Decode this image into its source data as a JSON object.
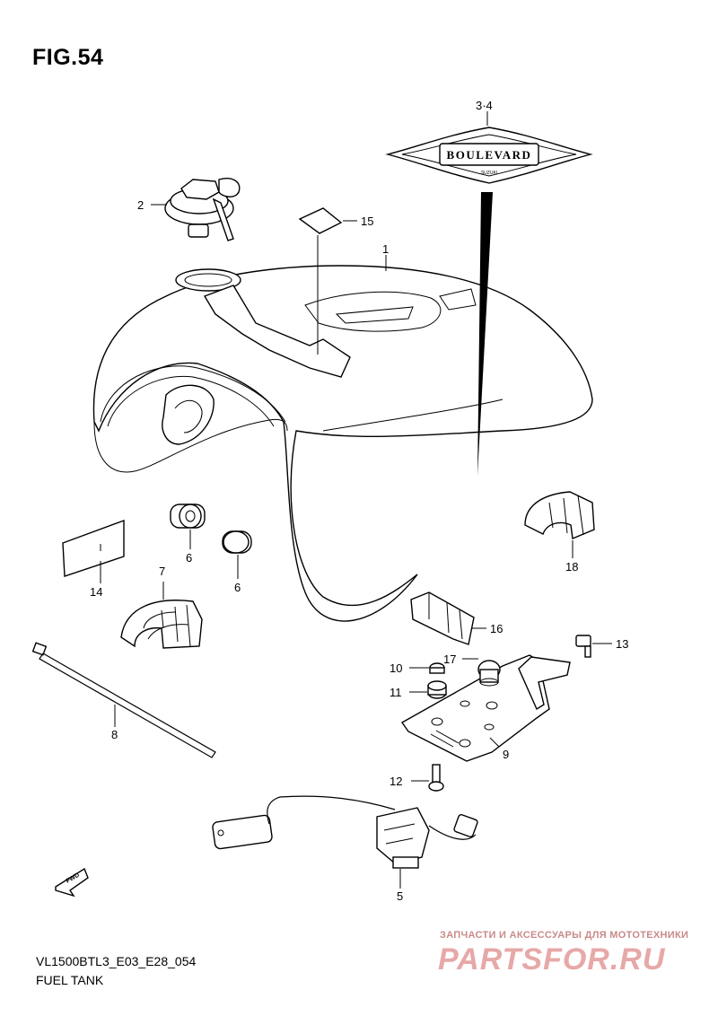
{
  "figure": {
    "title": "FIG.54",
    "model_code": "VL1500BTL3_E03_E28_054",
    "subtitle": "FUEL TANK"
  },
  "callouts": [
    "1",
    "2",
    "3·4",
    "5",
    "6",
    "6",
    "7",
    "8",
    "9",
    "10",
    "11",
    "12",
    "13",
    "14",
    "15",
    "16",
    "17",
    "18"
  ],
  "emblem_text": "BOULEVARD",
  "emblem_sub": "SUZUKI",
  "fwd_label": "FWD",
  "watermark": {
    "tagline": "ЗАПЧАСТИ И АКСЕССУАРЫ ДЛЯ МОТОТЕХНИКИ",
    "brand": "PARTSFOR.RU"
  }
}
